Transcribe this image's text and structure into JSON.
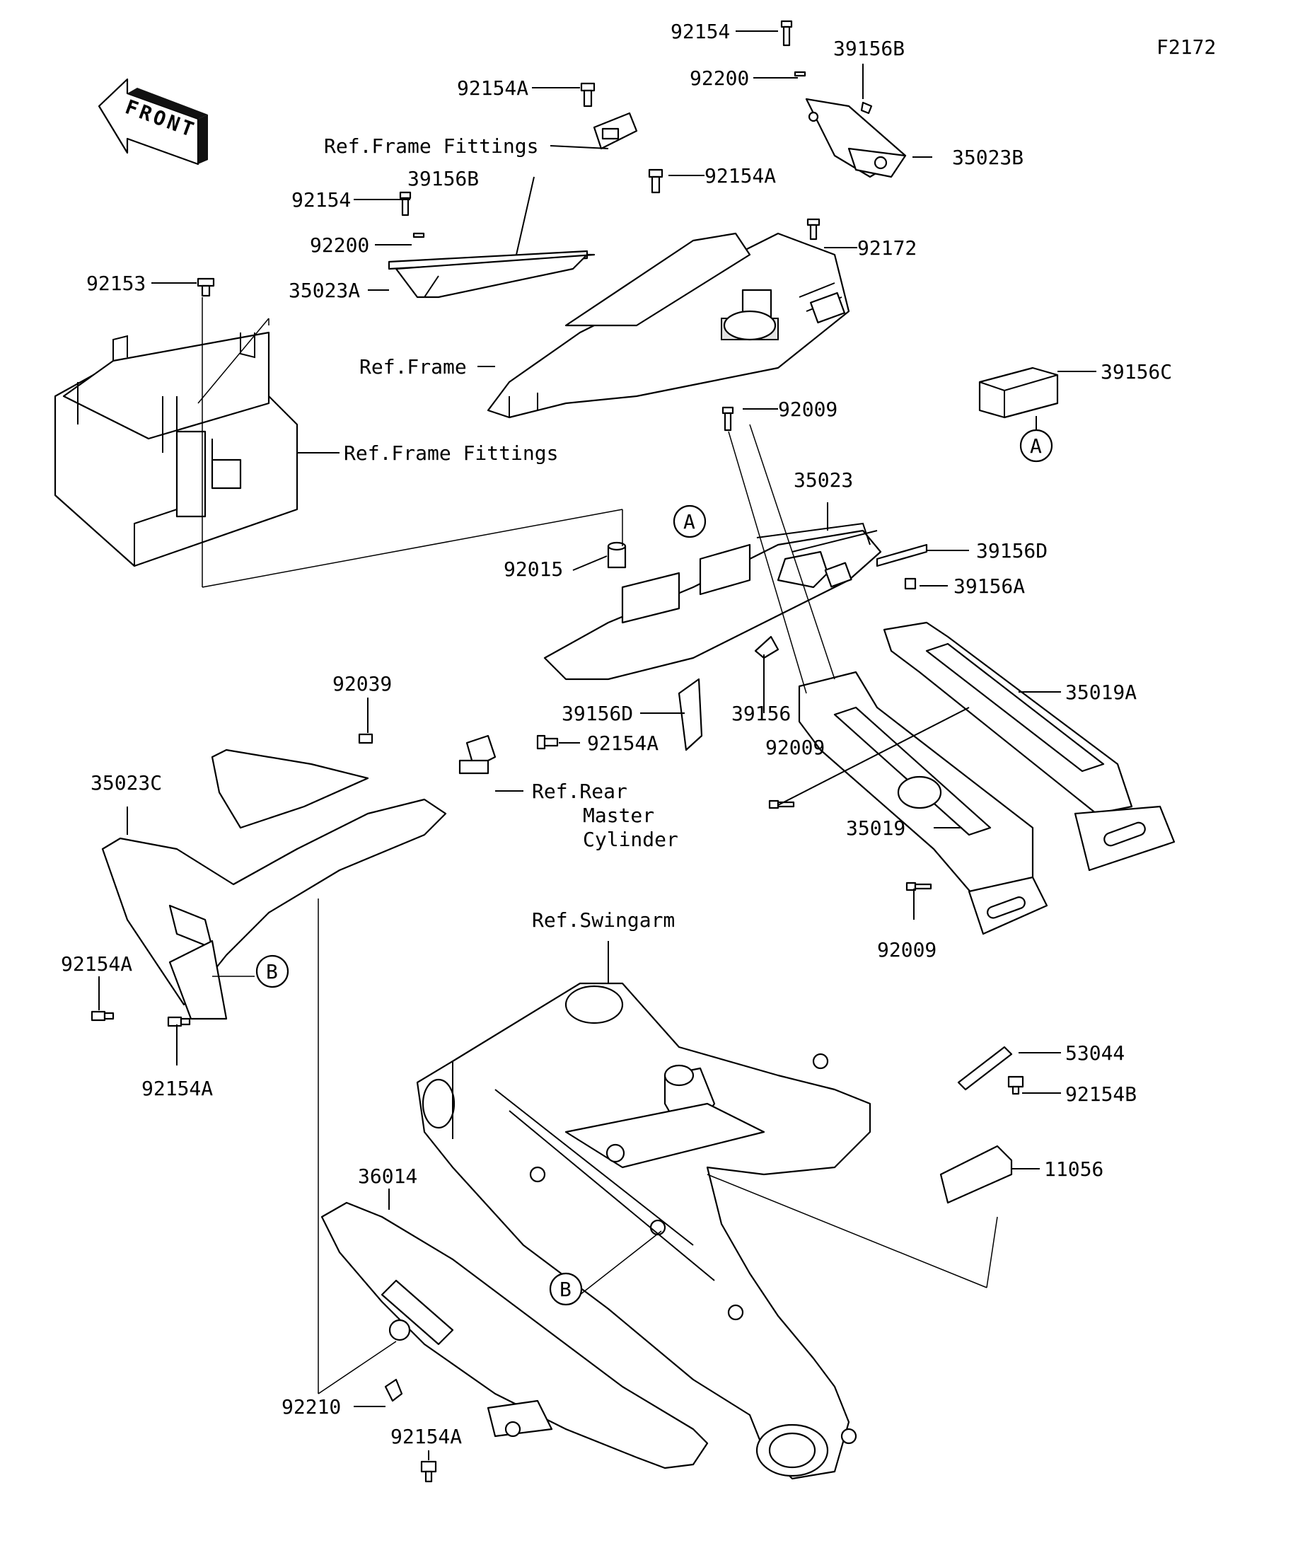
{
  "figure_code": "F2172",
  "front_label": "FRONT",
  "callout_letters": {
    "a": "A",
    "b": "B"
  },
  "labels": {
    "p92154_top": "92154",
    "p39156B_top": "39156B",
    "p92200_top": "92200",
    "p92154A_top": "92154A",
    "p35023B": "35023B",
    "ref_frame_fittings_top": "Ref.Frame Fittings",
    "p92154A_mid": "92154A",
    "p39156B_left": "39156B",
    "p92154_left": "92154",
    "p92200_left": "92200",
    "p92172": "92172",
    "p92153": "92153",
    "p35023A": "35023A",
    "ref_frame": "Ref.Frame",
    "p39156C": "39156C",
    "p92009_top": "92009",
    "ref_frame_fittings_left": "Ref.Frame Fittings",
    "p35023": "35023",
    "p39156D_right": "39156D",
    "p92015": "92015",
    "p39156A": "39156A",
    "p92039": "92039",
    "p39156D_bottom": "39156D",
    "p39156": "39156",
    "p35019A": "35019A",
    "p92154A_rear": "92154A",
    "ref_rear_master_1": "Ref.Rear",
    "ref_rear_master_2": "Master",
    "ref_rear_master_3": "Cylinder",
    "p35023C": "35023C",
    "p92009_mid": "92009",
    "p35019": "35019",
    "p92009_bottom": "92009",
    "ref_swingarm": "Ref.Swingarm",
    "p92154A_left1": "92154A",
    "p92154A_left2": "92154A",
    "p53044": "53044",
    "p92154B": "92154B",
    "p11056": "11056",
    "p36014": "36014",
    "p92210": "92210",
    "p92154A_bottom": "92154A"
  }
}
